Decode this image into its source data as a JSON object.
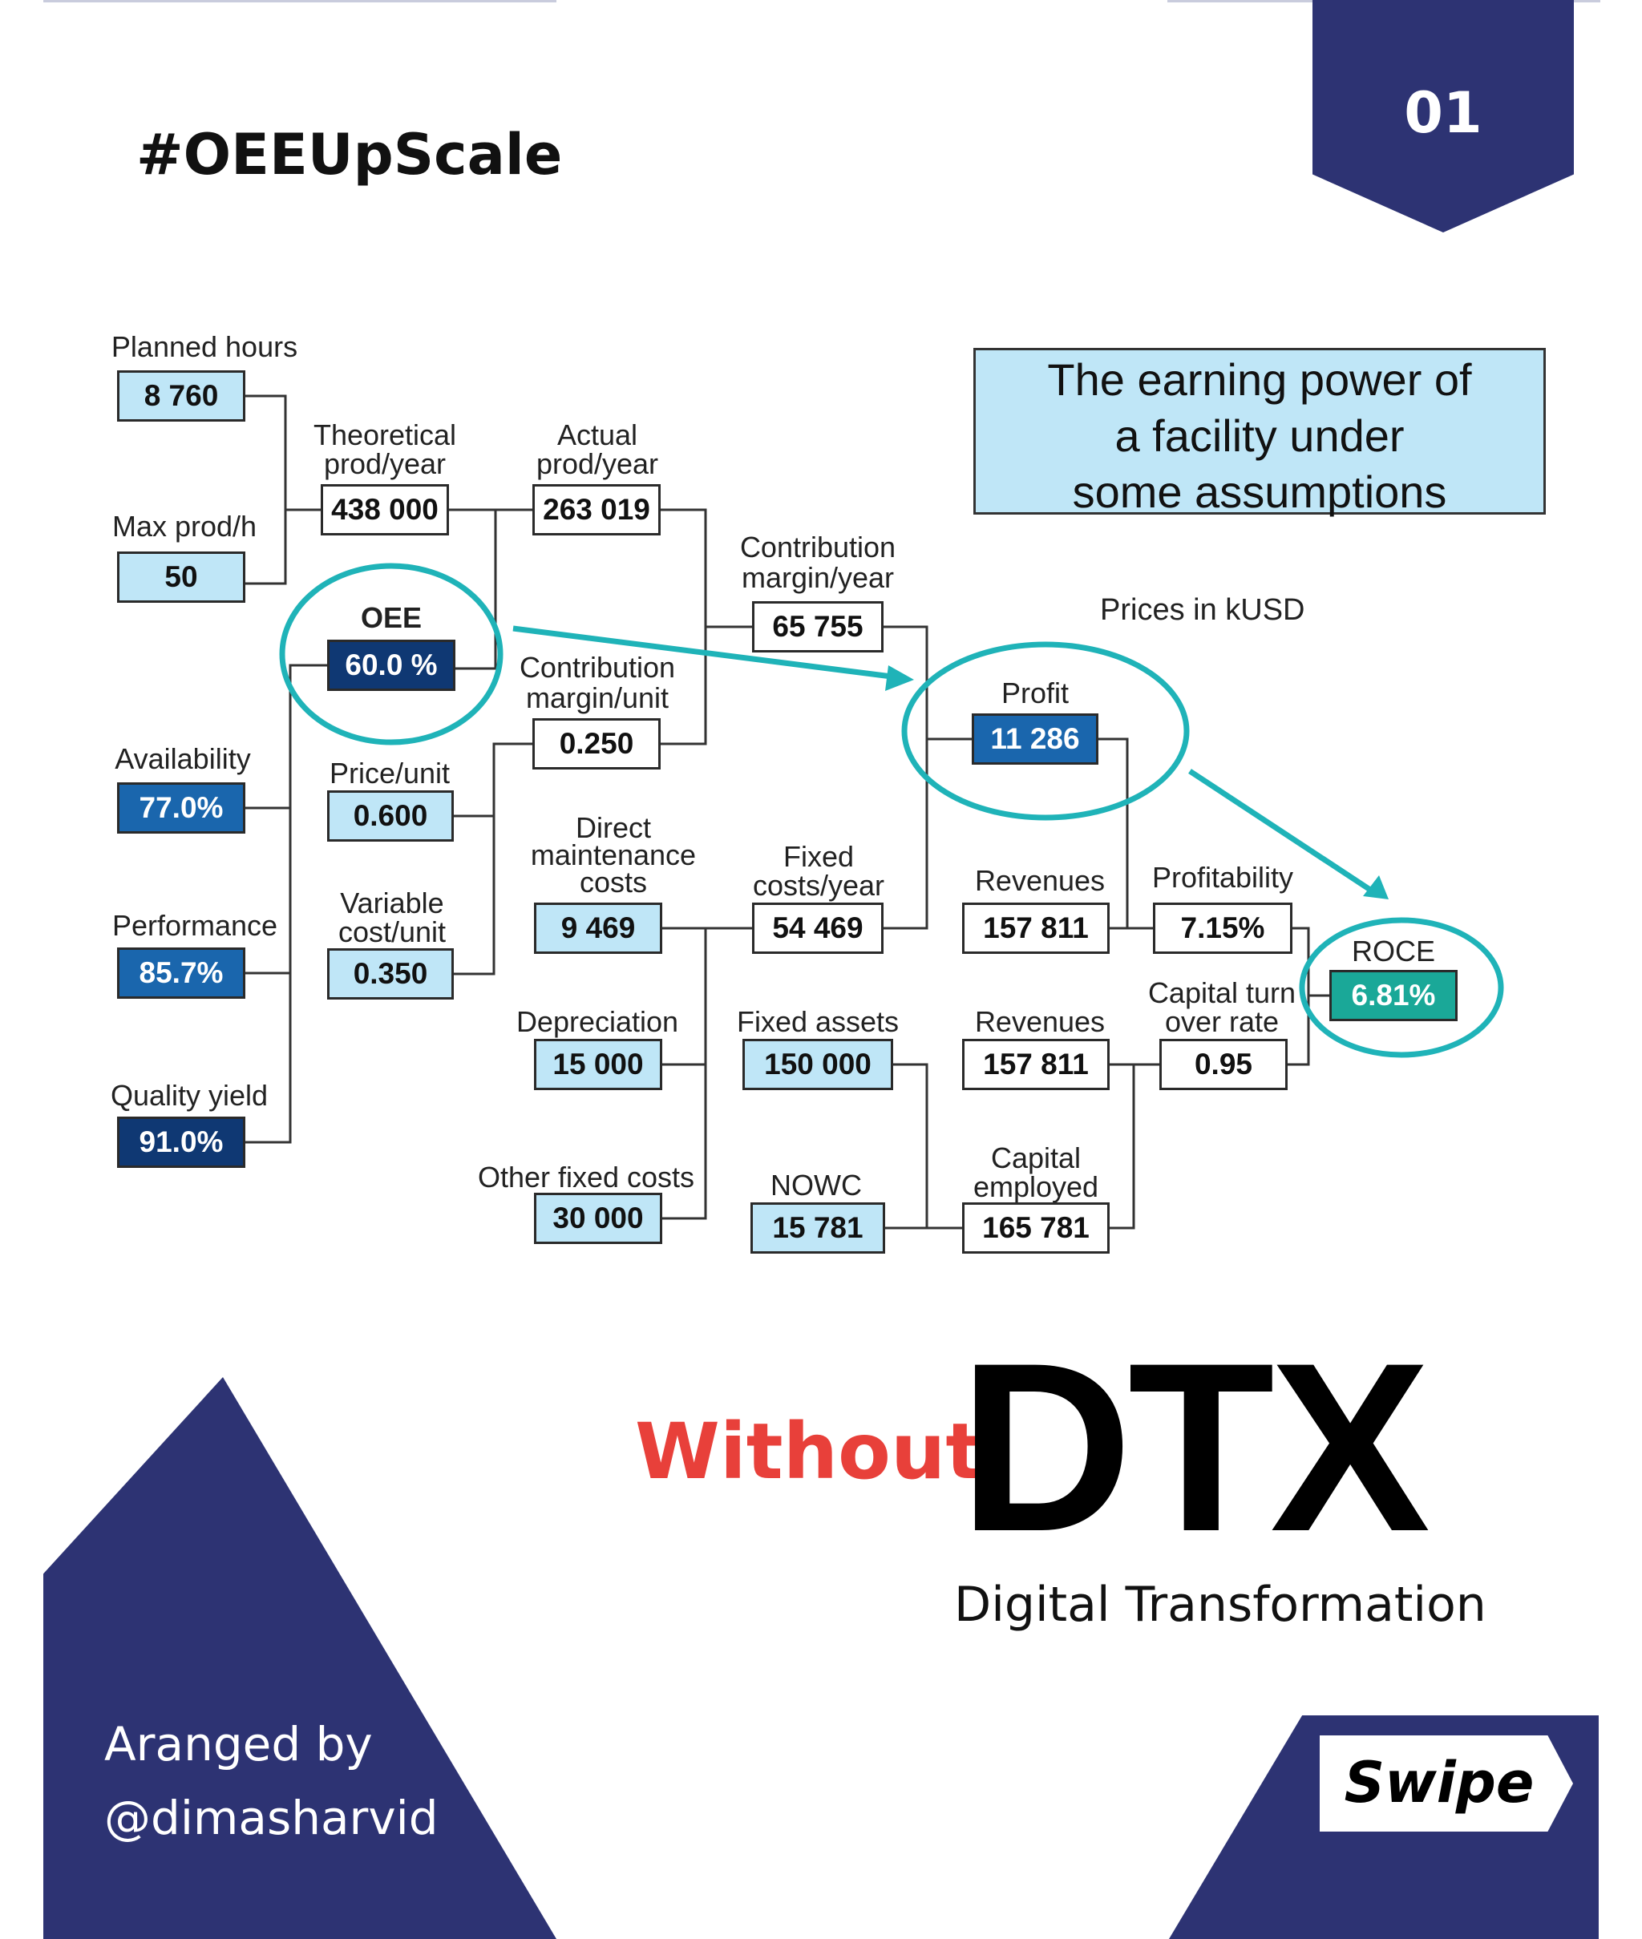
{
  "page_number": "01",
  "hashtag": "#OEEUpScale",
  "note": {
    "line1": "The earning power of",
    "line2": "a facility under",
    "line3": "some assumptions"
  },
  "prices_note": "Prices in kUSD",
  "nodes": {
    "planned_hours": {
      "label": "Planned hours",
      "value": "8 760"
    },
    "max_prod_h": {
      "label": "Max prod/h",
      "value": "50"
    },
    "theoretical": {
      "label1": "Theoretical",
      "label2": "prod/year",
      "value": "438 000"
    },
    "actual": {
      "label1": "Actual",
      "label2": "prod/year",
      "value": "263 019"
    },
    "oee": {
      "label": "OEE",
      "value": "60.0 %"
    },
    "availability": {
      "label": "Availability",
      "value": "77.0%"
    },
    "performance": {
      "label": "Performance",
      "value": "85.7%"
    },
    "quality_yield": {
      "label": "Quality yield",
      "value": "91.0%"
    },
    "price_unit": {
      "label": "Price/unit",
      "value": "0.600"
    },
    "variable_cost": {
      "label1": "Variable",
      "label2": "cost/unit",
      "value": "0.350"
    },
    "cm_unit": {
      "label1": "Contribution",
      "label2": "margin/unit",
      "value": "0.250"
    },
    "cm_year": {
      "label1": "Contribution",
      "label2": "margin/year",
      "value": "65 755"
    },
    "direct_maintenance": {
      "label1": "Direct",
      "label2": "maintenance",
      "label3": "costs",
      "value": "9 469"
    },
    "fixed_costs": {
      "label1": "Fixed",
      "label2": "costs/year",
      "value": "54 469"
    },
    "depreciation": {
      "label": "Depreciation",
      "value": "15 000"
    },
    "other_fixed": {
      "label": "Other fixed costs",
      "value": "30 000"
    },
    "fixed_assets": {
      "label": "Fixed assets",
      "value": "150 000"
    },
    "nowc": {
      "label": "NOWC",
      "value": "15 781"
    },
    "profit": {
      "label": "Profit",
      "value": "11 286"
    },
    "revenues1": {
      "label": "Revenues",
      "value": "157 811"
    },
    "revenues2": {
      "label": "Revenues",
      "value": "157 811"
    },
    "capital_employed": {
      "label1": "Capital",
      "label2": "employed",
      "value": "165 781"
    },
    "profitability": {
      "label": "Profitability",
      "value": "7.15%"
    },
    "capital_turn": {
      "label1": "Capital turn",
      "label2": "over rate",
      "value": "0.95"
    },
    "roce": {
      "label": "ROCE",
      "value": "6.81%"
    }
  },
  "colors": {
    "navy": "#2d3373",
    "accent_red": "#e8403a",
    "teal_highlight": "#1fb3b8",
    "light_box": "#bfe6f7",
    "blue_box": "#1a66ad"
  },
  "bottom": {
    "without": "Without",
    "dtx": "DTX",
    "dtx_subtitle": "Digital Transformation",
    "arranged_line1": "Aranged by",
    "arranged_line2": "@dimasharvid",
    "swipe": "Swipe"
  }
}
